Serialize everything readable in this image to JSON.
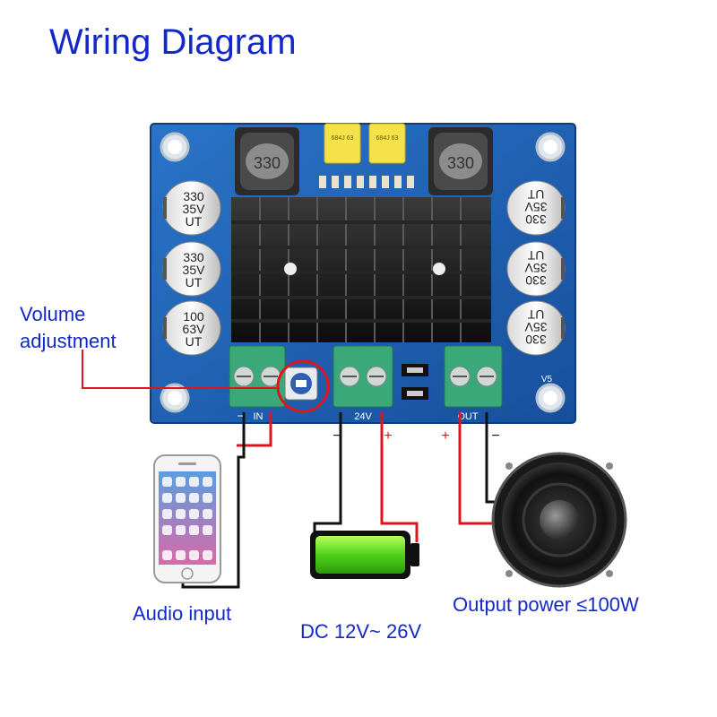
{
  "title": "Wiring Diagram",
  "labels": {
    "volume": [
      "Volume",
      "adjustment"
    ],
    "audio_input": "Audio input",
    "dc_supply": "DC 12V~ 26V",
    "output_power": "Output power ≤100W"
  },
  "board": {
    "caps_left": [
      [
        "330",
        "35V",
        "UT"
      ],
      [
        "330",
        "35V",
        "UT"
      ],
      [
        "100",
        "63V",
        "UT"
      ]
    ],
    "caps_right": [
      [
        "330",
        "35V",
        "UT"
      ],
      [
        "330",
        "35V",
        "UT"
      ],
      [
        "330",
        "35V",
        "UT"
      ]
    ],
    "inductor_label": "330",
    "film_cap_label": "684J 63",
    "terminal_labels": {
      "in": "IN",
      "power": "24V",
      "out": "OUT"
    },
    "silk_labels": [
      "V5"
    ]
  },
  "polarity": {
    "minus": "−",
    "plus": "+"
  },
  "colors": {
    "title": "#1428c8",
    "label": "#1428c8",
    "board": "#1f5fb5",
    "wire_red": "#e0141e",
    "wire_black": "#111111",
    "terminal": "#3aa878",
    "battery": "#5fd21e"
  }
}
